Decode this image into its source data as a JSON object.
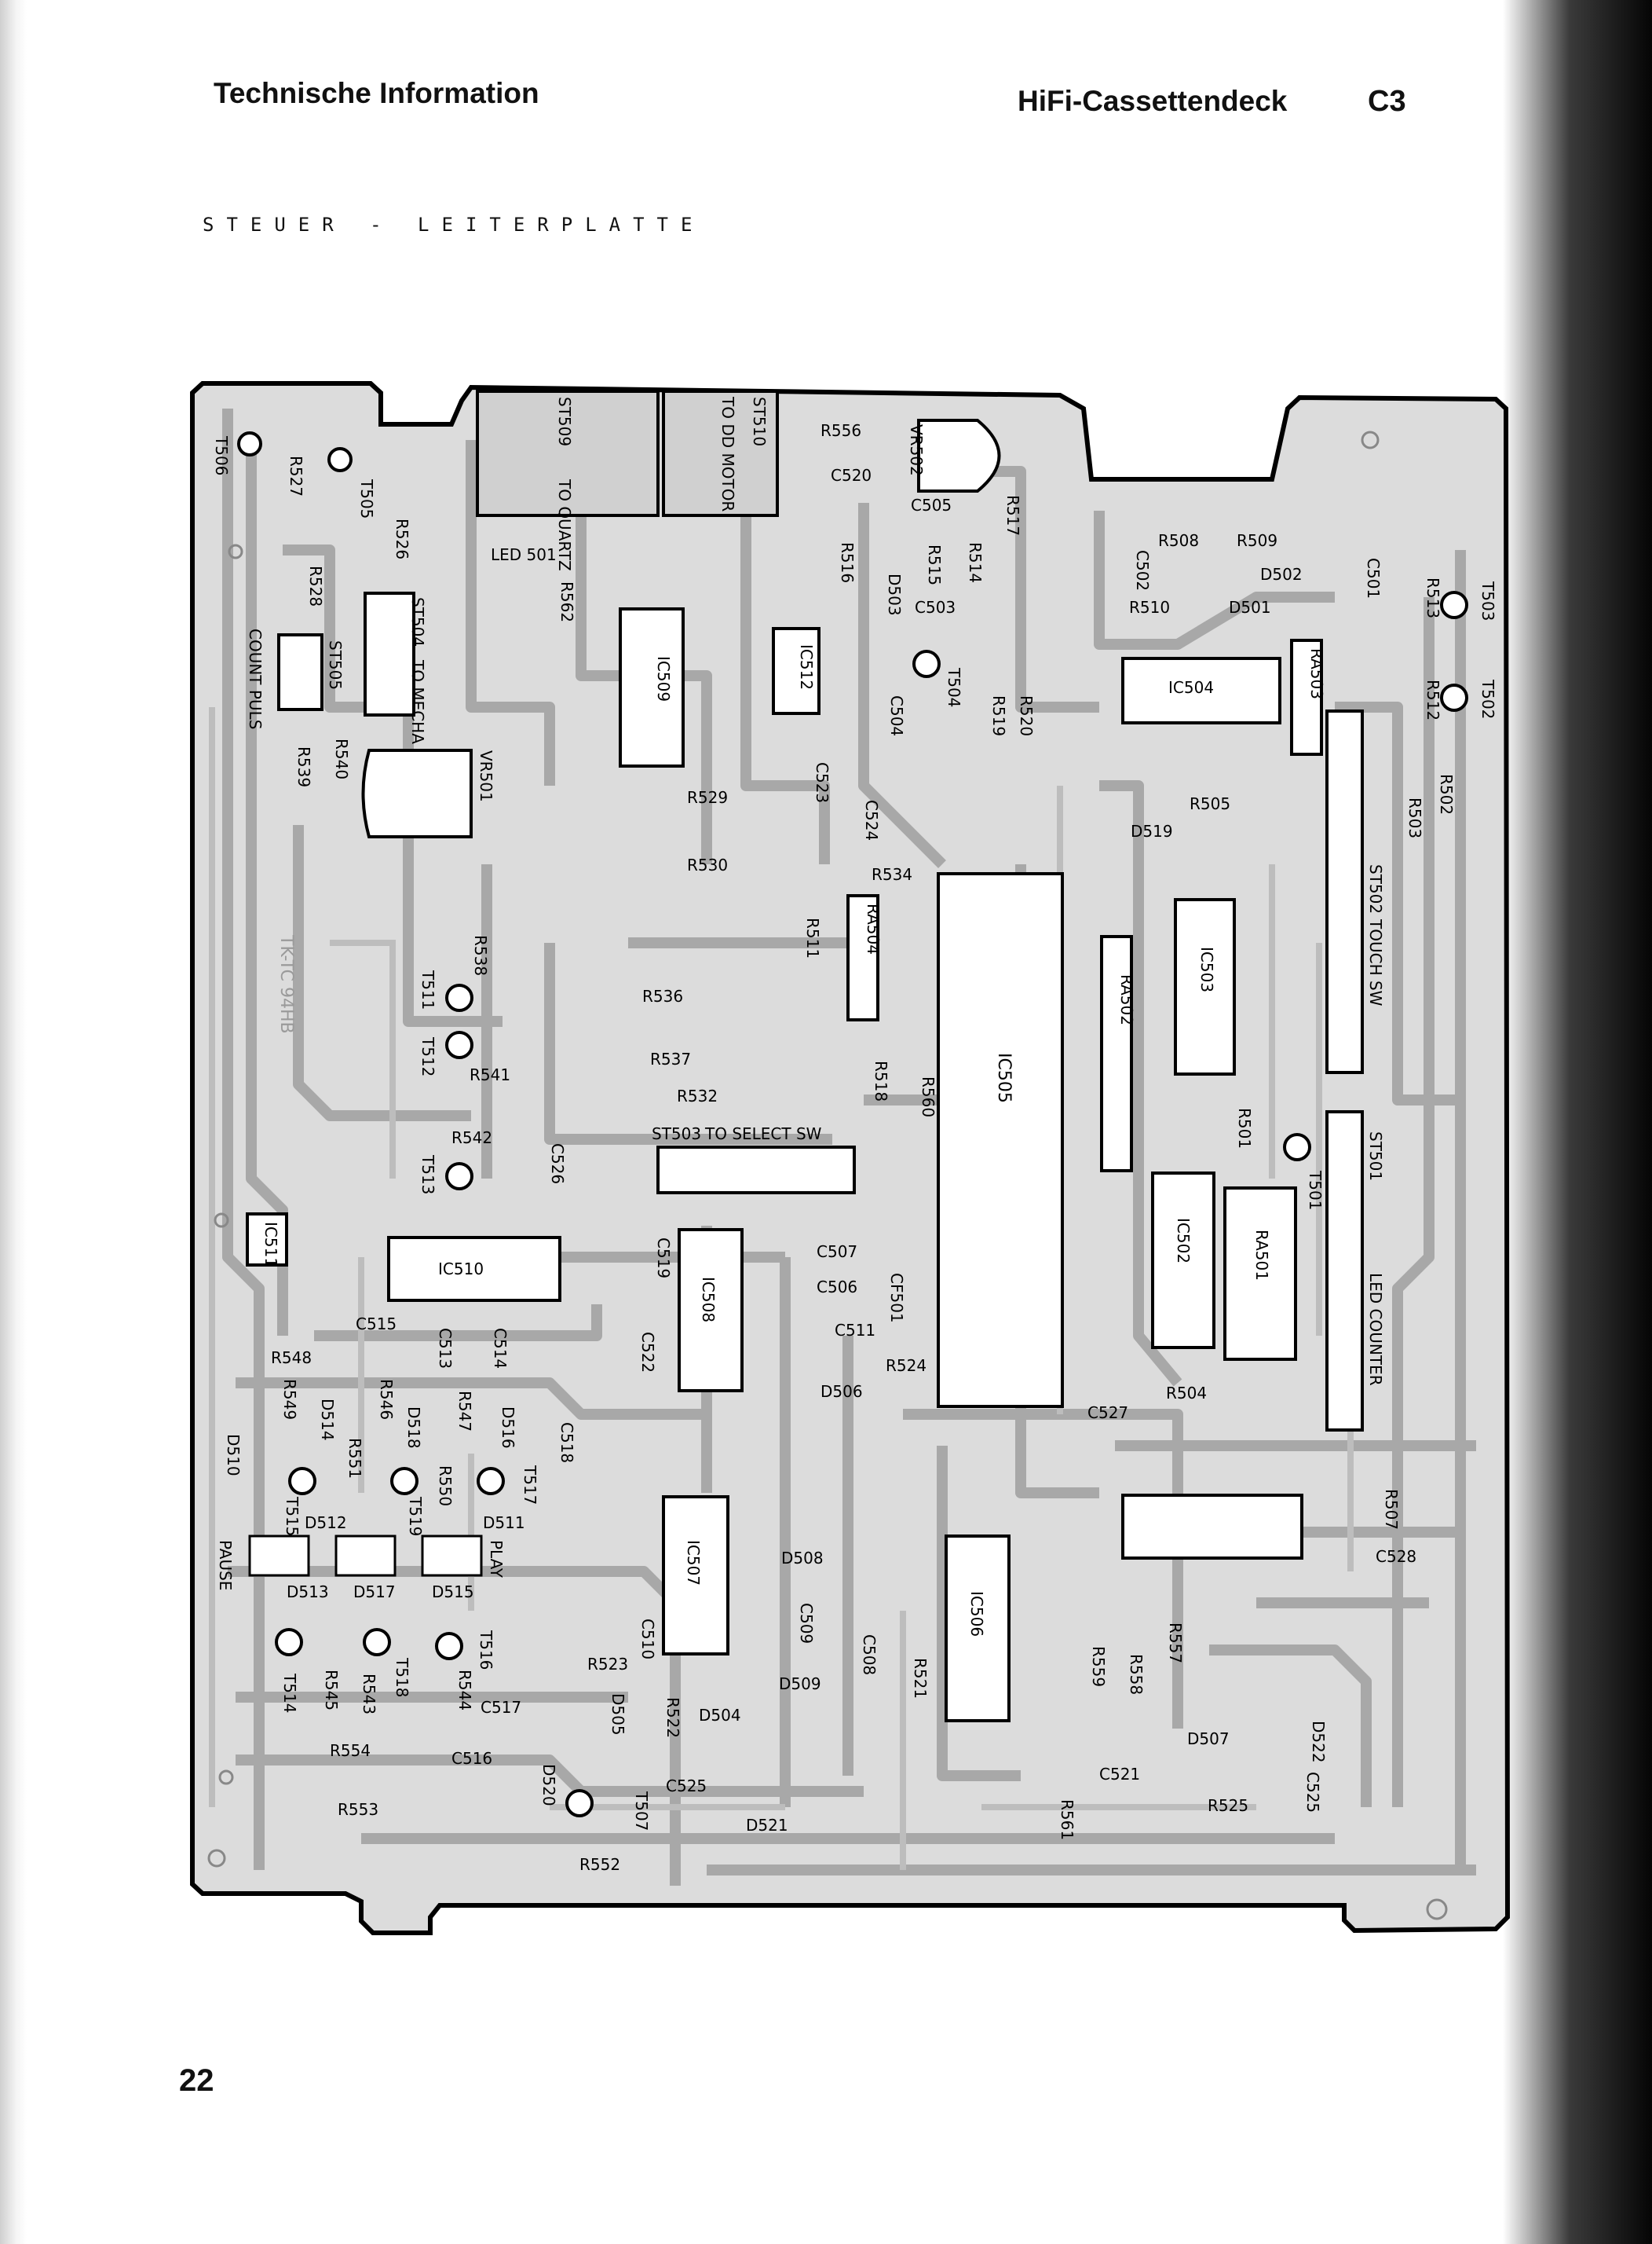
{
  "header": {
    "left_title": "Technische Information",
    "right_title": "HiFi-Cassettendeck",
    "model": "C3"
  },
  "subtitle": "STEUER - LEITERPLATTE",
  "page_number": "22",
  "board": {
    "outline_color": "#000000",
    "trace_color": "#b4b4b4",
    "board_marking": "TK-TC 94HB",
    "connectors": {
      "st509": "ST509",
      "st509_note": "TO QUARTZ",
      "st510": "ST510",
      "st510_note": "TO DD MOTOR",
      "st504": "ST504",
      "st504_note": "TO MECHA",
      "st505": "ST505",
      "st505_note": "COUNT PULS",
      "st503": "ST503",
      "st503_note": "TO SELECT SW",
      "st502": "ST502",
      "st502_note": "TOUCH SW",
      "st501": "ST501",
      "st501_note": "LED COUNTER"
    },
    "ics": {
      "ic509": "IC509",
      "ic512": "IC512",
      "ic504": "IC504",
      "ic503": "IC503",
      "ic505": "IC505",
      "ic510": "IC510",
      "ic508": "IC508",
      "ic502": "IC502",
      "ic511": "IC511",
      "ic507": "IC507",
      "ic506": "IC506"
    },
    "resistor_arrays": {
      "ra501": "RA501",
      "ra502": "RA502",
      "ra503": "RA503",
      "ra504": "RA504"
    },
    "presets": {
      "vr501": "VR501",
      "vr502": "VR502"
    },
    "switch_labels": {
      "pause": "PAUSE",
      "play": "PLAY"
    },
    "transistors": {
      "t501": "T501",
      "t502": "T502",
      "t503": "T503",
      "t504": "T504",
      "t505": "T505",
      "t506": "T506",
      "t507": "T507",
      "t511": "T511",
      "t512": "T512",
      "t513": "T513",
      "t514": "T514",
      "t515": "T515",
      "t516": "T516",
      "t517": "T517",
      "t518": "T518",
      "t519": "T519"
    },
    "diodes": {
      "led501": "LED 501",
      "d501": "D501",
      "d502": "D502",
      "d503": "D503",
      "d504": "D504",
      "d505": "D505",
      "d506": "D506",
      "d507": "D507",
      "d508": "D508",
      "d509": "D509",
      "d510": "D510",
      "d511": "D511",
      "d512": "D512",
      "d513": "D513",
      "d514": "D514",
      "d515": "D515",
      "d516": "D516",
      "d517": "D517",
      "d518": "D518",
      "d519": "D519",
      "d520": "D520",
      "d521": "D521",
      "d522": "D522"
    },
    "capacitors": {
      "c501": "C501",
      "c502": "C502",
      "c503": "C503",
      "c504": "C504",
      "c505": "C505",
      "c506": "C506",
      "c507": "C507",
      "c508": "C508",
      "c509": "C509",
      "c510": "C510",
      "c511": "C511",
      "c513": "C513",
      "c514": "C514",
      "c515": "C515",
      "c516": "C516",
      "c517": "C517",
      "c518": "C518",
      "c519": "C519",
      "c520": "C520",
      "c521": "C521",
      "c522": "C522",
      "c523": "C523",
      "c524": "C524",
      "c525": "C525",
      "c526": "C526",
      "c527": "C527",
      "c528": "C528",
      "cf501": "CF501"
    },
    "resistors": {
      "r501": "R501",
      "r502": "R502",
      "r503": "R503",
      "r504": "R504",
      "r505": "R505",
      "r507": "R507",
      "r508": "R508",
      "r509": "R509",
      "r510": "R510",
      "r511": "R511",
      "r512": "R512",
      "r513": "R513",
      "r514": "R514",
      "r515": "R515",
      "r516": "R516",
      "r517": "R517",
      "r518": "R518",
      "r519": "R519",
      "r520": "R520",
      "r521": "R521",
      "r522": "R522",
      "r523": "R523",
      "r524": "R524",
      "r525": "R525",
      "r526": "R526",
      "r527": "R527",
      "r528": "R528",
      "r529": "R529",
      "r530": "R530",
      "r532": "R532",
      "r534": "R534",
      "r536": "R536",
      "r537": "R537",
      "r538": "R538",
      "r539": "R539",
      "r540": "R540",
      "r541": "R541",
      "r542": "R542",
      "r543": "R543",
      "r544": "R544",
      "r545": "R545",
      "r546": "R546",
      "r547": "R547",
      "r548": "R548",
      "r549": "R549",
      "r550": "R550",
      "r551": "R551",
      "r552": "R552",
      "r553": "R553",
      "r554": "R554",
      "r556": "R556",
      "r557": "R557",
      "r558": "R558",
      "r559": "R559",
      "r560": "R560",
      "r561": "R561",
      "r562": "R562"
    }
  }
}
